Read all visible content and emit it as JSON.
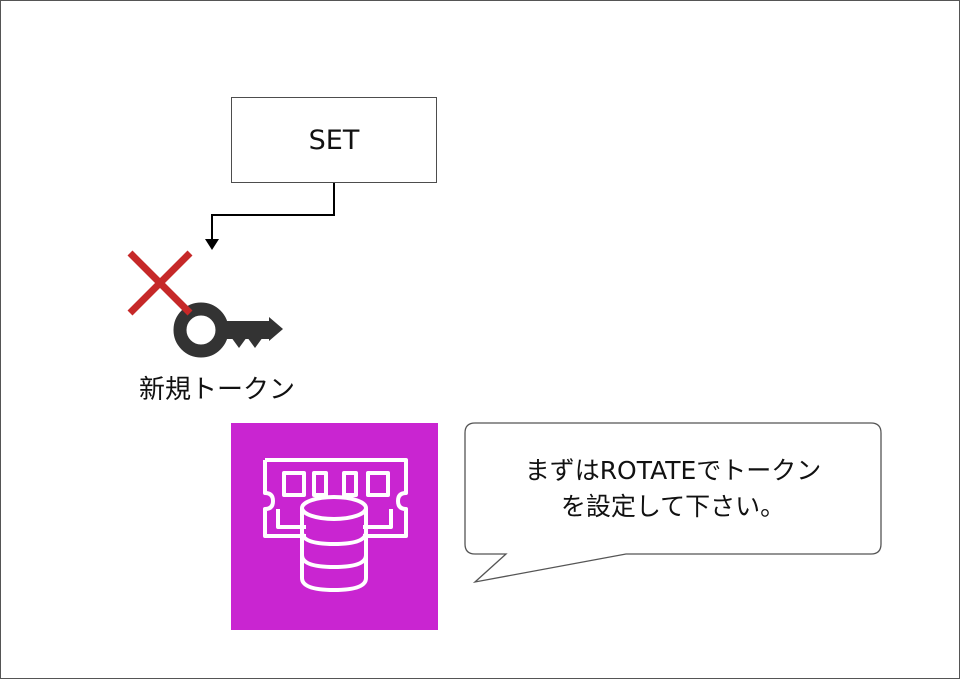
{
  "set_box": {
    "label": "SET"
  },
  "key": {
    "label": "新規トークン",
    "icon": "key-icon",
    "status_mark": "cross-mark-icon",
    "mark_color": "#c62828"
  },
  "db_tile": {
    "icon": "database-memory-icon",
    "color": "#c925d1"
  },
  "bubble": {
    "line1": "まずはROTATEでトークン",
    "line2": "を設定して下さい。"
  }
}
